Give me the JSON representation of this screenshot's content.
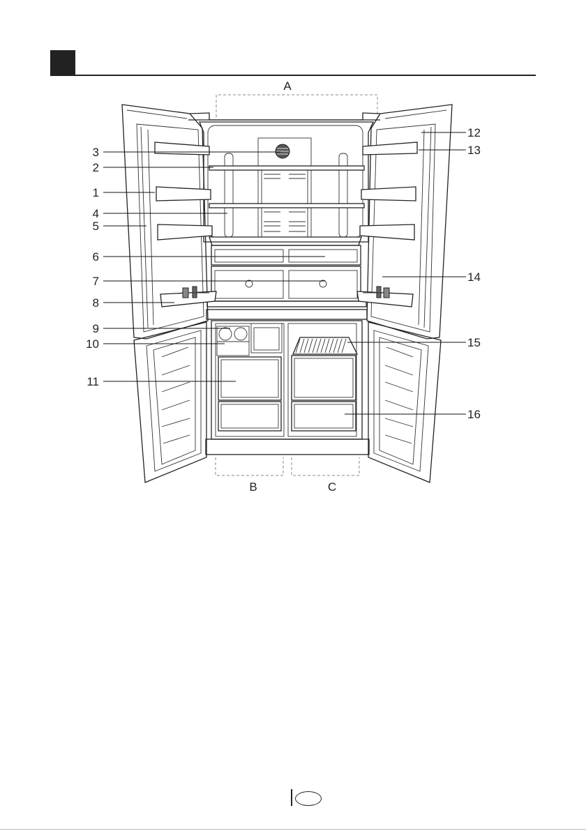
{
  "section_labels": [
    "A",
    "B",
    "C"
  ],
  "callouts": [
    "1",
    "2",
    "3",
    "4",
    "5",
    "6",
    "7",
    "8",
    "9",
    "10",
    "11",
    "12",
    "13",
    "14",
    "15",
    "16"
  ],
  "page_number": ""
}
